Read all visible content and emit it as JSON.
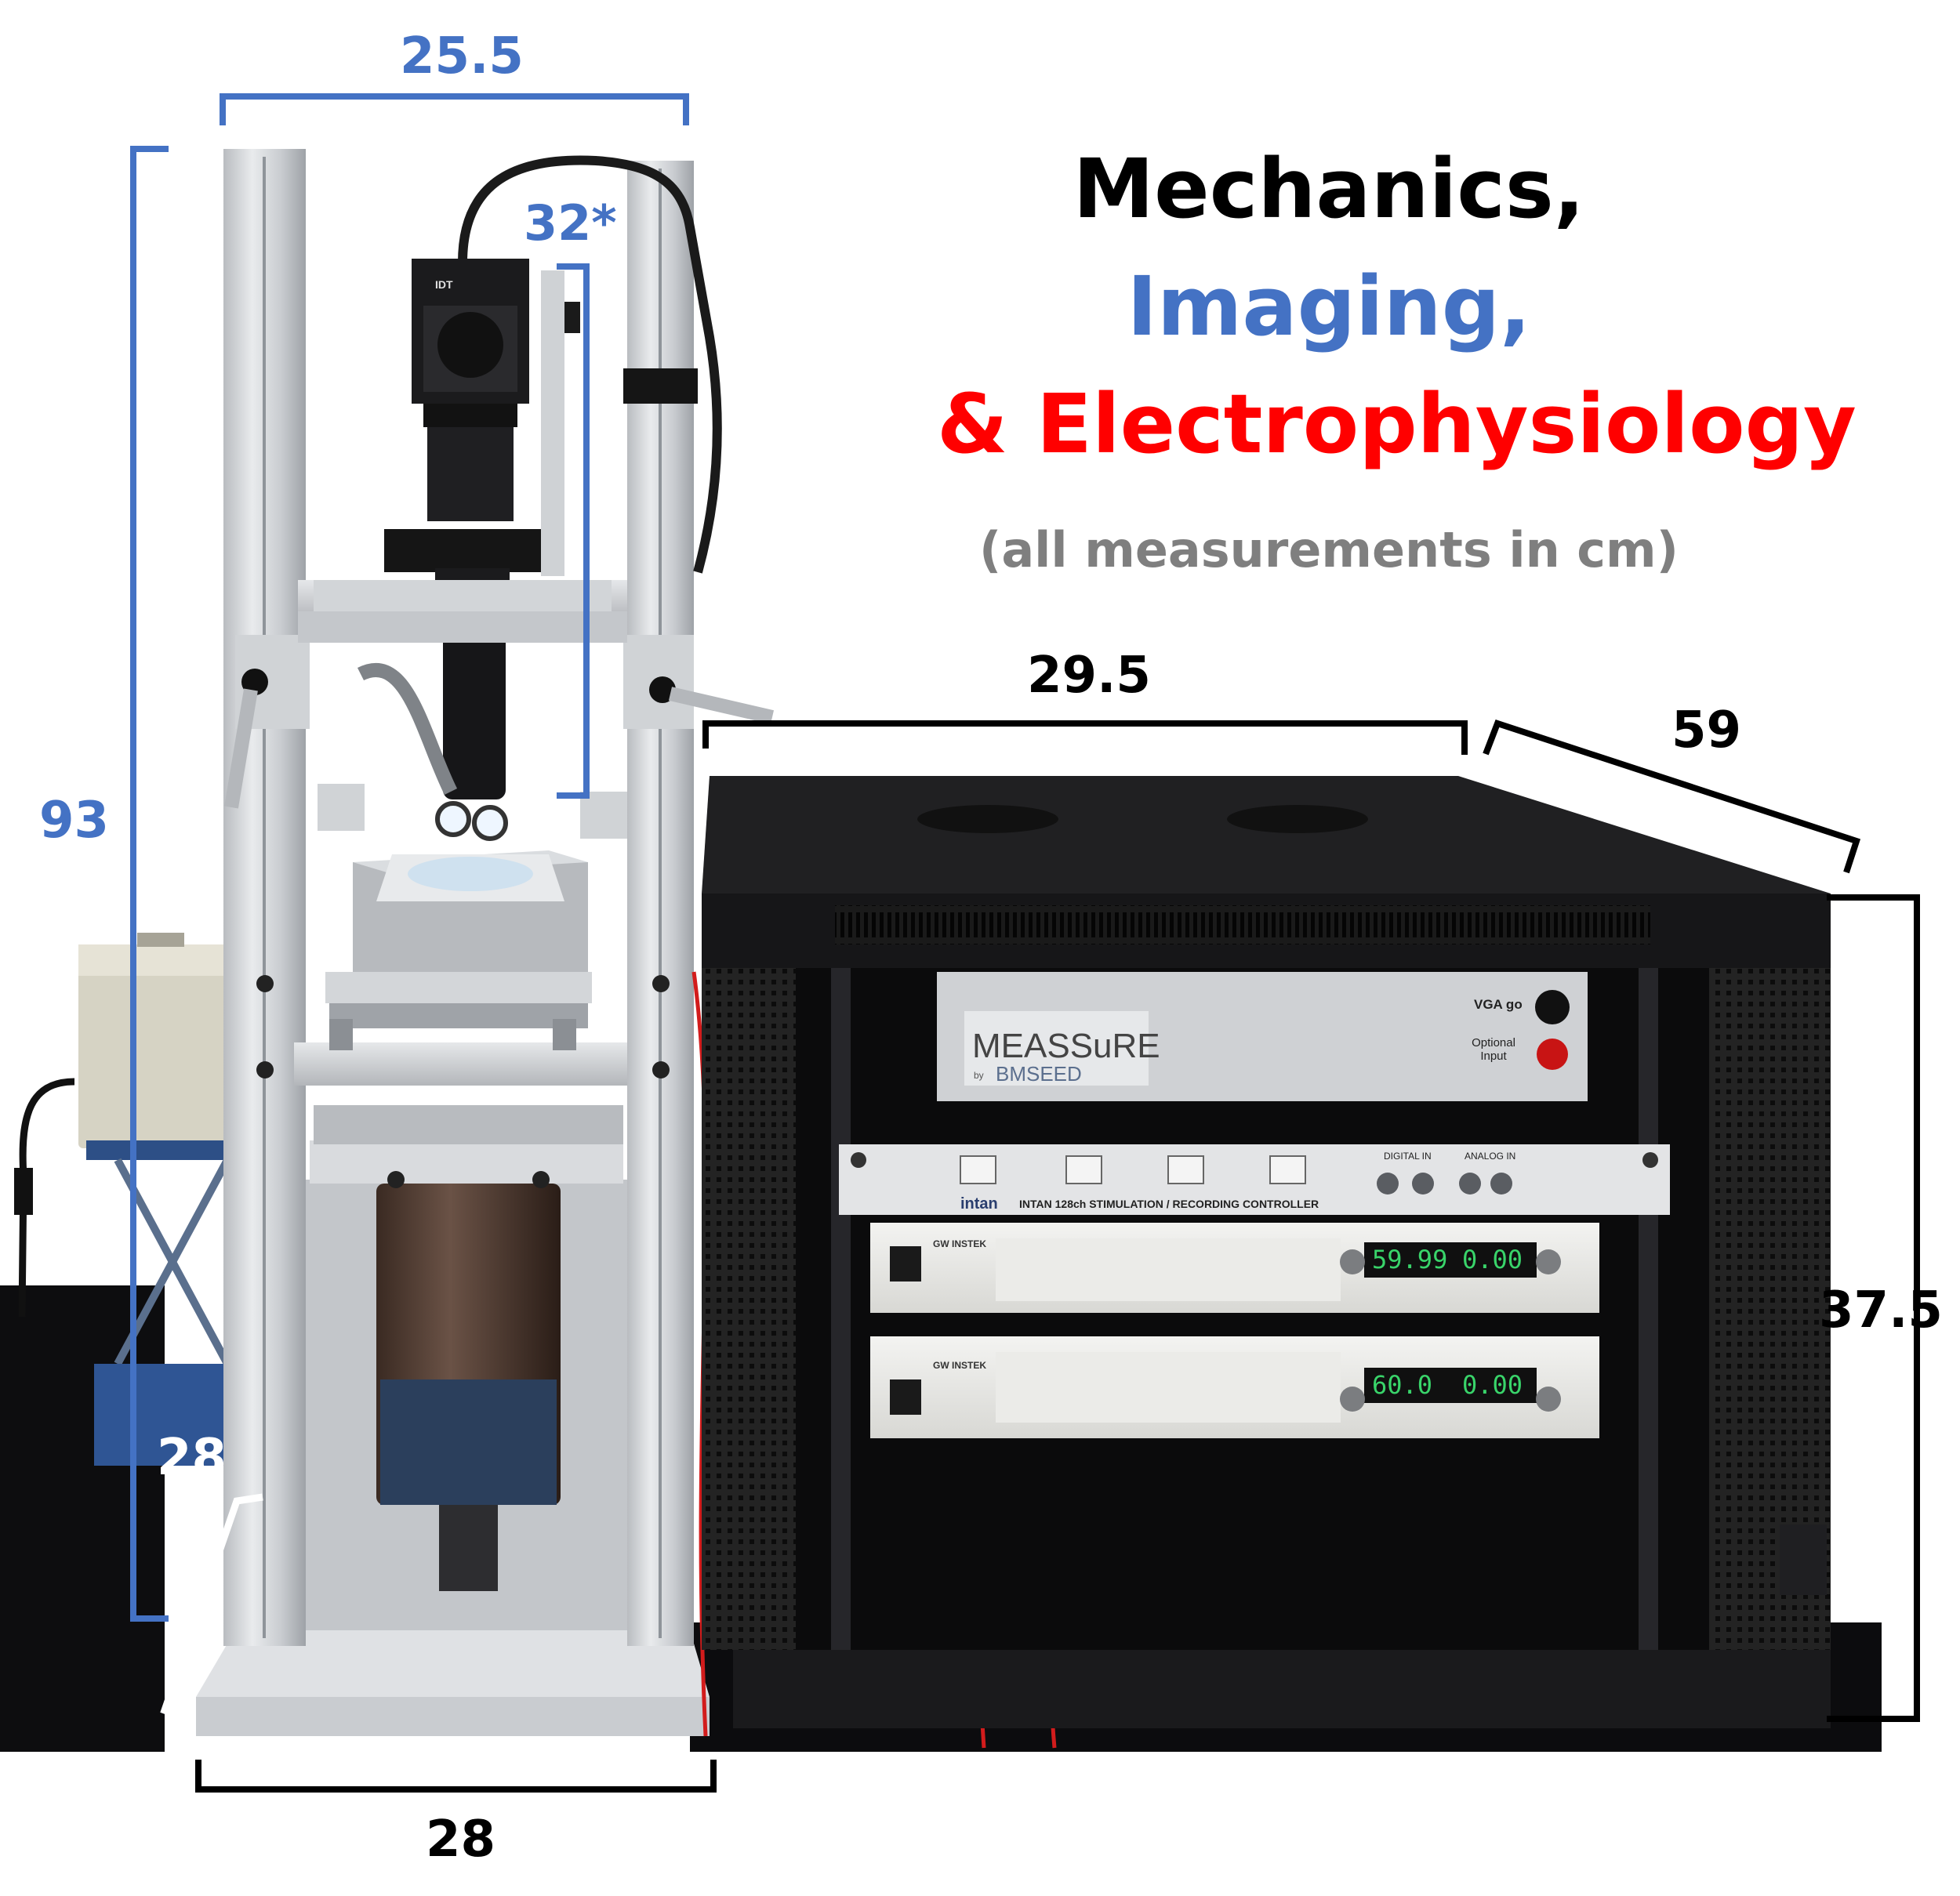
{
  "title": {
    "line1": "Mechanics,",
    "line2": "Imaging,",
    "line3": "& Electrophysiology",
    "note": "(all measurements in cm)"
  },
  "colors": {
    "blue": "#4472c4",
    "red": "#ff0000",
    "black": "#000000",
    "gray": "#7f7f7f",
    "white": "#ffffff"
  },
  "measurements": {
    "frame_width": "25.5",
    "frame_height": "93",
    "imaging_travel": "32*",
    "rack_width": "29.5",
    "rack_depth": "59",
    "rack_height": "37.5",
    "base_depth": "28",
    "base_width": "28"
  },
  "equipment": {
    "meassure_name": "MEASSuRE",
    "meassure_by": "by",
    "meassure_brand": "BMSEED",
    "vga_label": "VGA go",
    "optional_input_label": "Optional Input",
    "intan_title": "INTAN 128ch STIMULATION / RECORDING CONTROLLER",
    "intan_logo": "intan",
    "digital_in": "DIGITAL IN",
    "analog_in": "ANALOG IN",
    "camera_brand": "IDT",
    "psu_brand": "GW INSTEK",
    "psu1_display_left": "59.99",
    "psu1_display_right": "0.00",
    "psu2_display_left": "60.0",
    "psu2_display_right": "0.00"
  }
}
